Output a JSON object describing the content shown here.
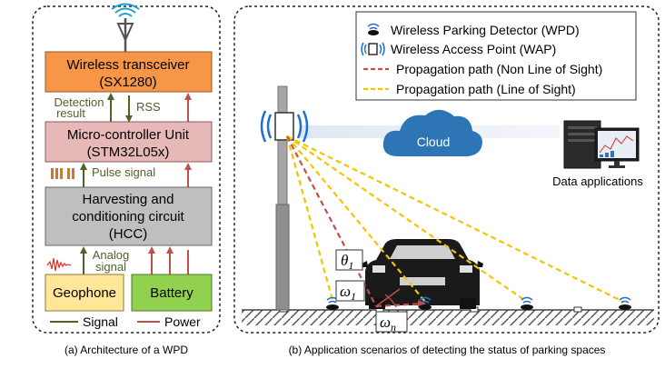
{
  "panel_a": {
    "blocks": {
      "transceiver": {
        "line1": "Wireless transceiver",
        "line2": "(SX1280)"
      },
      "mcu": {
        "line1": "Micro-controller Unit",
        "line2": "(STM32L05x)"
      },
      "hcc": {
        "line1": "Harvesting and",
        "line2": "conditioning circuit",
        "line3": "(HCC)"
      },
      "geophone": "Geophone",
      "battery": "Battery"
    },
    "labels": {
      "detection_1": "Detection",
      "detection_2": "result",
      "rss": "RSS",
      "pulse": "Pulse signal",
      "analog_1": "Analog",
      "analog_2": "signal"
    },
    "legend": {
      "signal": "Signal",
      "power": "Power"
    },
    "caption": "(a) Architecture of a WPD"
  },
  "panel_b": {
    "legend": {
      "wpd": "Wireless Parking Detector (WPD)",
      "wap": "Wireless Access Point (WAP)",
      "nlos": "Propagation path (Non Line of Sight)",
      "los": "Propagation path (Line of Sight)"
    },
    "cloud": "Cloud",
    "data_apps": "Data applications",
    "angles": {
      "theta": "θ",
      "theta_sub": "1",
      "omega1": "ω",
      "omega1_sub": "1",
      "omegan": "ω",
      "omegan_sub": "n"
    },
    "caption": "(b)  Application scenarios of detecting the status of parking spaces"
  },
  "colors": {
    "transceiver": "#f79646",
    "mcu": "#e6b9b8",
    "hcc": "#bfbfbf",
    "geophone": "#ffe699",
    "battery": "#92d050",
    "signal": "#4f6228",
    "power": "#c0504d",
    "nlos": "#c0504d",
    "los": "#f5c400",
    "cloud": "#2e75b6",
    "wap": "#1f6fd1"
  }
}
